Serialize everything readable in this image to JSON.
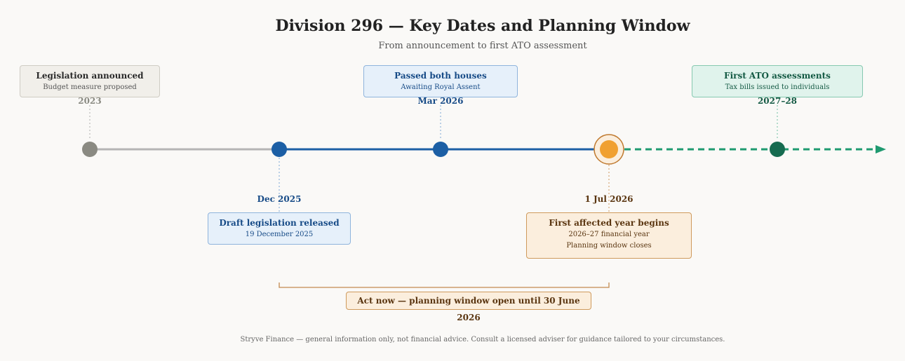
{
  "header": {
    "title": "Division 296 — Key Dates and Planning Window",
    "subtitle": "From announcement to first ATO assessment"
  },
  "milestones": [
    {
      "date": "2023",
      "title": "Legislation announced",
      "subtitle": "Budget measure proposed",
      "status": "past"
    },
    {
      "date": "Dec 2025",
      "title": "Draft legislation released",
      "subtitle": "19 December 2025",
      "status": "legislative"
    },
    {
      "date": "Mar 2026",
      "title": "Passed both houses",
      "subtitle": "Awaiting Royal Assent",
      "status": "legislative"
    },
    {
      "date": "1 Jul 2026",
      "title": "First affected year begins",
      "subtitle": "2026–27 financial year",
      "subtitle2": "Planning window closes",
      "status": "key"
    },
    {
      "date": "2027–28",
      "title": "First ATO assessments",
      "subtitle": "Tax bills issued to individuals",
      "status": "future"
    }
  ],
  "planning_window": {
    "label": "Act now — planning window open until 30 June 2026"
  },
  "footer": "Stryve Finance — general information only, not financial advice. Consult a licensed adviser for guidance tailored to your circumstances.",
  "colors": {
    "past": "#8a8a8a",
    "legislative": "#1c5fa5",
    "key": "#f0a030",
    "future": "#1f9a70",
    "future_dot": "#166b50"
  }
}
